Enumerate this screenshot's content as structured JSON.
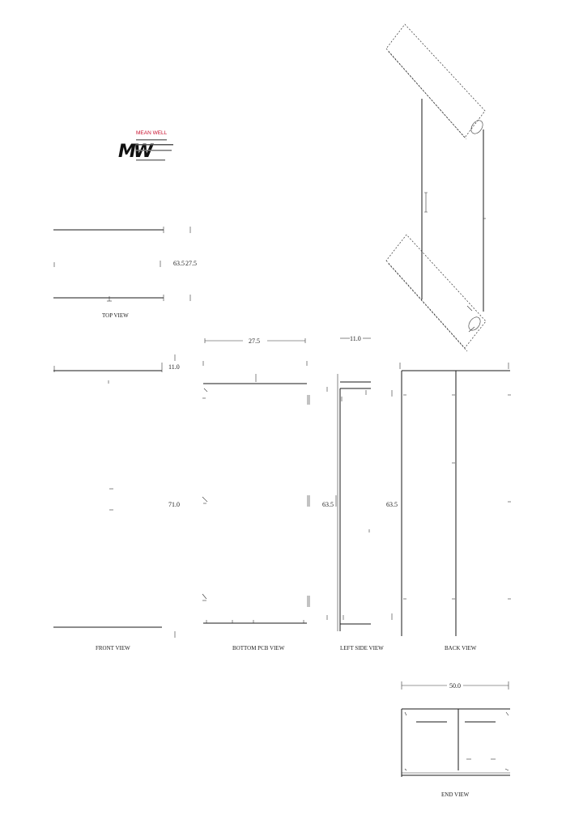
{
  "logo": {
    "mark": "MW",
    "brand": "MEAN WELL",
    "lines": [
      "",
      "",
      "",
      ""
    ]
  },
  "dimensions": {
    "top_height": "63.5",
    "top_width": "27.5",
    "side_depth": "11.0",
    "length_left": "71.0",
    "length_mid": "63.5",
    "length_right": "63.5",
    "bottom_width": "50.0"
  },
  "views": {
    "top": "TOP VIEW",
    "front": "FRONT VIEW",
    "bottom_pc": "BOTTOM PCB VIEW",
    "left_side": "LEFT SIDE VIEW",
    "back": "BACK VIEW",
    "end": "END VIEW"
  },
  "colors": {
    "ink": "#1a1a1a",
    "brand": "#c8102e"
  }
}
